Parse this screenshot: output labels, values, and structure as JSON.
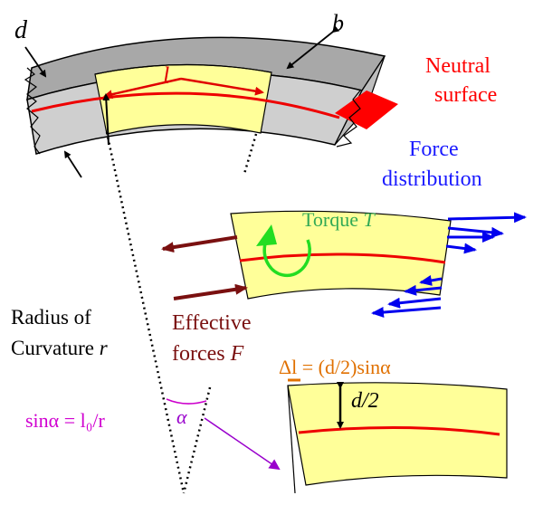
{
  "labels": {
    "d": "d",
    "b": "b",
    "l": "l",
    "neutral_line1": "Neutral",
    "neutral_line2": "surface",
    "force_line1": "Force",
    "force_line2": "distribution",
    "torque": "Torque ",
    "torque_var": "T",
    "radius_line1": "Radius of",
    "radius_line2": "Curvature ",
    "radius_var": "r",
    "effective_line1": "Effective",
    "effective_line2": "forces ",
    "effective_var": "F",
    "delta_l": "Δl = (d/2)sinα",
    "half_d": "d/2",
    "sin_eq": "sinα = l₀/r",
    "alpha": "α"
  },
  "colors": {
    "neutral_label": "#ff0000",
    "force_label": "#1a1aff",
    "torque_label": "#33aa55",
    "effective_label": "#7a1010",
    "delta_label": "#e07000",
    "sin_label": "#d000d0",
    "alpha_label": "#9900cc",
    "neutral_line": "#ee0000",
    "segment_fill": "#ffff99",
    "beam_grey": "#c8c8c8",
    "beam_top": "#a8a8a8",
    "arrow_blue": "#0000ee",
    "arrow_dark": "#7a1010",
    "torque_green": "#22dd22"
  },
  "icons": {
    "torque": "circular-arrow-icon",
    "arrows": "arrow-icon"
  }
}
